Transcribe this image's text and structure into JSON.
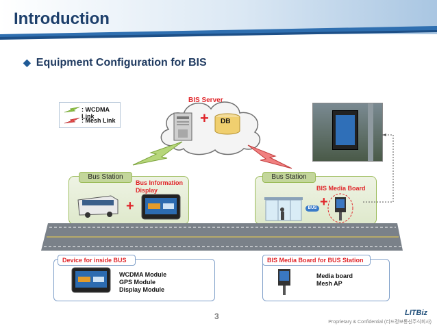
{
  "slide": {
    "title": "Introduction",
    "bullet": "Equipment Configuration for BIS",
    "page_number": "3",
    "company": "LITBiz",
    "confidential": "Proprietary & Confidential (리드정보통신주식회사)"
  },
  "legend": {
    "wcdma": ": WCDMA Link",
    "mesh": ": Mesh Link"
  },
  "server": {
    "label": "BIS Server",
    "plus": "+",
    "db": "DB"
  },
  "left_station": {
    "tab": "Bus Station",
    "device_label": "Bus Information Display",
    "plus": "+"
  },
  "right_station": {
    "tab": "Bus Station",
    "device_label": "BIS Media Board",
    "plus": "+",
    "sign": "BUS"
  },
  "panel_left": {
    "title": "Device for inside BUS",
    "items": [
      "WCDMA Module",
      "GPS Module",
      "Display Module"
    ]
  },
  "panel_right": {
    "title": "BIS Media Board for BUS Station",
    "items": [
      "Media board",
      "Mesh AP"
    ]
  },
  "colors": {
    "title": "#1d3f6b",
    "accent_red": "#e0252a",
    "green_link": "#8bbf3f",
    "red_link": "#e34b4b",
    "station_border": "#9bbb59"
  }
}
